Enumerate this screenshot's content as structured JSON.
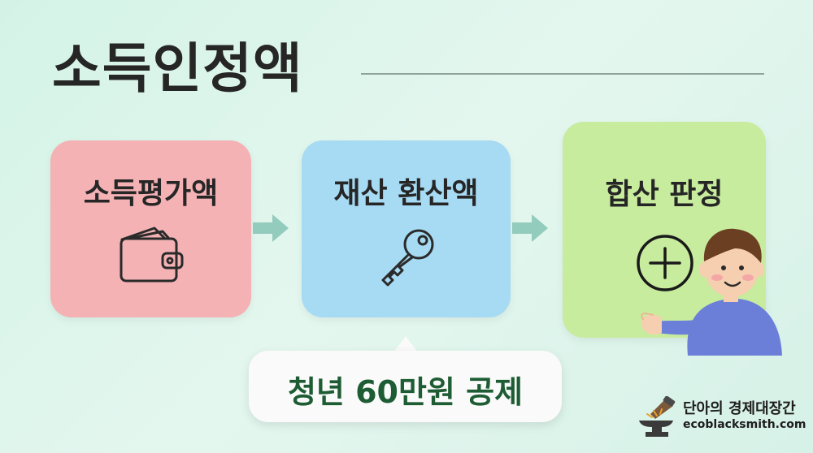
{
  "title": "소득인정액",
  "cards": [
    {
      "label": "소득평가액",
      "icon": "wallet-icon",
      "color": "#f4b2b5"
    },
    {
      "label": "재산 환산액",
      "icon": "key-icon",
      "color": "#a7daf3"
    },
    {
      "label": "합산 판정",
      "icon": "plus-circle-icon",
      "color": "#c8ec9e"
    }
  ],
  "callout": {
    "text": "청년 60만원 공제"
  },
  "brand": {
    "name": "단아의 경제대장간",
    "url": "ecoblacksmith.com"
  },
  "colors": {
    "accent_text": "#1e5c34",
    "arrow": "#93cbbd"
  }
}
